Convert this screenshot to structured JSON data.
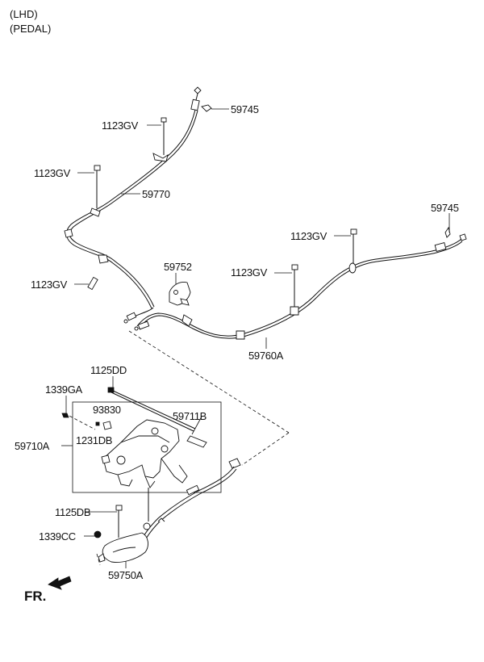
{
  "header": {
    "line1": "(LHD)",
    "line2": "(PEDAL)"
  },
  "labels": {
    "c59745_top": "59745",
    "c1123GV_1": "1123GV",
    "c1123GV_2": "1123GV",
    "c59770": "59770",
    "c1123GV_3": "1123GV",
    "c59745_right": "59745",
    "c1123GV_4": "1123GV",
    "c59752": "59752",
    "c1123GV_5": "1123GV",
    "c59760A": "59760A",
    "c1125DD": "1125DD",
    "c1339GA": "1339GA",
    "c93830": "93830",
    "c59711B": "59711B",
    "c1231DB": "1231DB",
    "c59710A": "59710A",
    "c1125DB": "1125DB",
    "c1339CC": "1339CC",
    "c59750A": "59750A"
  },
  "direction": {
    "text": "FR.",
    "icon": "front-direction-arrow-icon"
  }
}
